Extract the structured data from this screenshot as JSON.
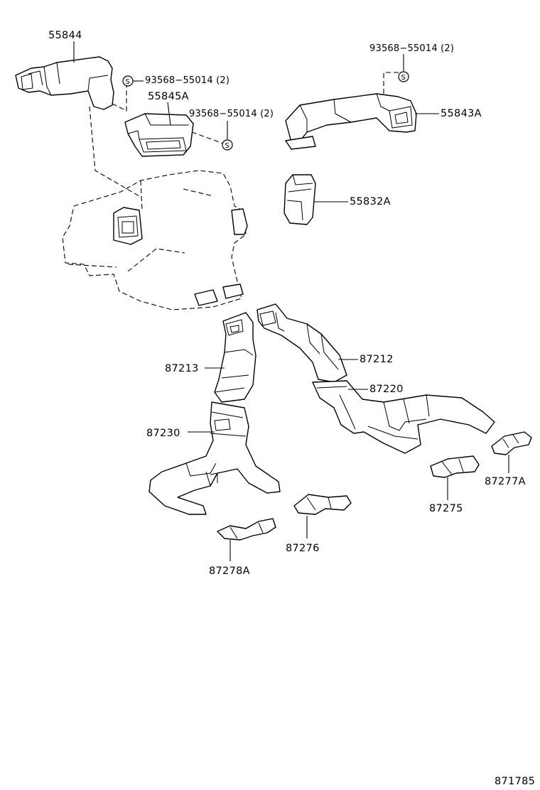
{
  "labels": {
    "p55844": "55844",
    "p93568_a": "93568−55014 (2)",
    "p55845A": "55845A",
    "p93568_b": "93568−55014 (2)",
    "p93568_c": "93568−55014 (2)",
    "p55843A": "55843A",
    "p55832A": "55832A",
    "p87213": "87213",
    "p87212": "87212",
    "p87220": "87220",
    "p87230": "87230",
    "p87277A": "87277A",
    "p87275": "87275",
    "p87276": "87276",
    "p87278A": "87278A",
    "diagram_id": "871785"
  },
  "screw_symbol": "S"
}
